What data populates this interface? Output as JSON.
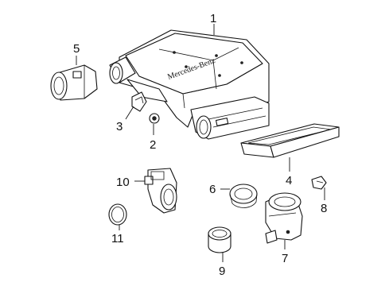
{
  "diagram": {
    "brand_text": "Mercedes-Benz",
    "callouts": [
      "1",
      "2",
      "3",
      "4",
      "5",
      "6",
      "7",
      "8",
      "9",
      "10",
      "11"
    ]
  }
}
